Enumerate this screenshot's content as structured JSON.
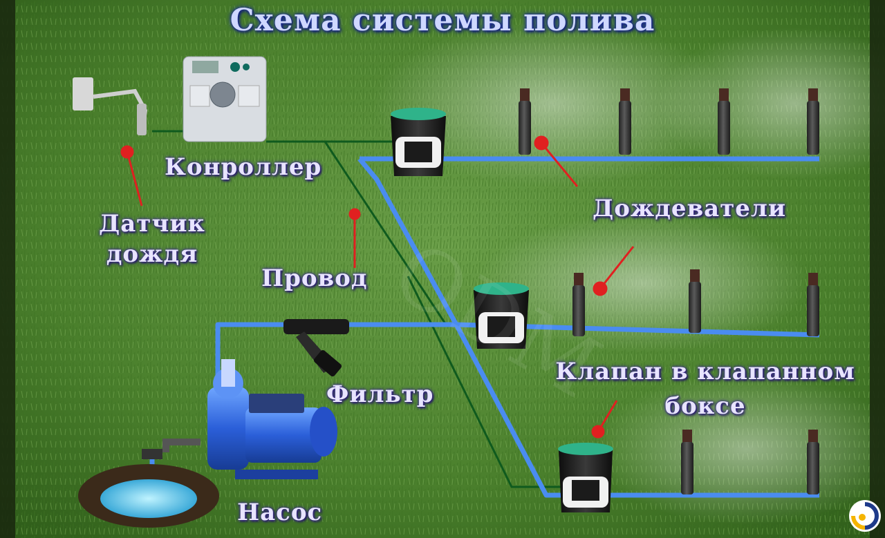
{
  "title": "Схема системы полива",
  "labels": {
    "controller": "Конроллер",
    "rain_sensor_line1": "Датчик",
    "rain_sensor_line2": "дождя",
    "wire": "Провод",
    "sprinklers": "Дождеватели",
    "valve_line1": "Клапан в клапанном",
    "valve_line2": "боксе",
    "filter": "Фильтр",
    "pump": "Насос"
  },
  "colors": {
    "pipe": "#4a8cf0",
    "wire": "#0f5a1e",
    "pointer": "#e02020",
    "label_text": "#e8e4ff",
    "label_glow": "#3a2a8a",
    "grass": "#4e8a2e"
  },
  "icons": [
    "controller-icon",
    "rain-sensor-icon",
    "valve-box-icon",
    "sprinkler-icon",
    "filter-icon",
    "pump-icon",
    "well-icon",
    "logo-icon"
  ]
}
